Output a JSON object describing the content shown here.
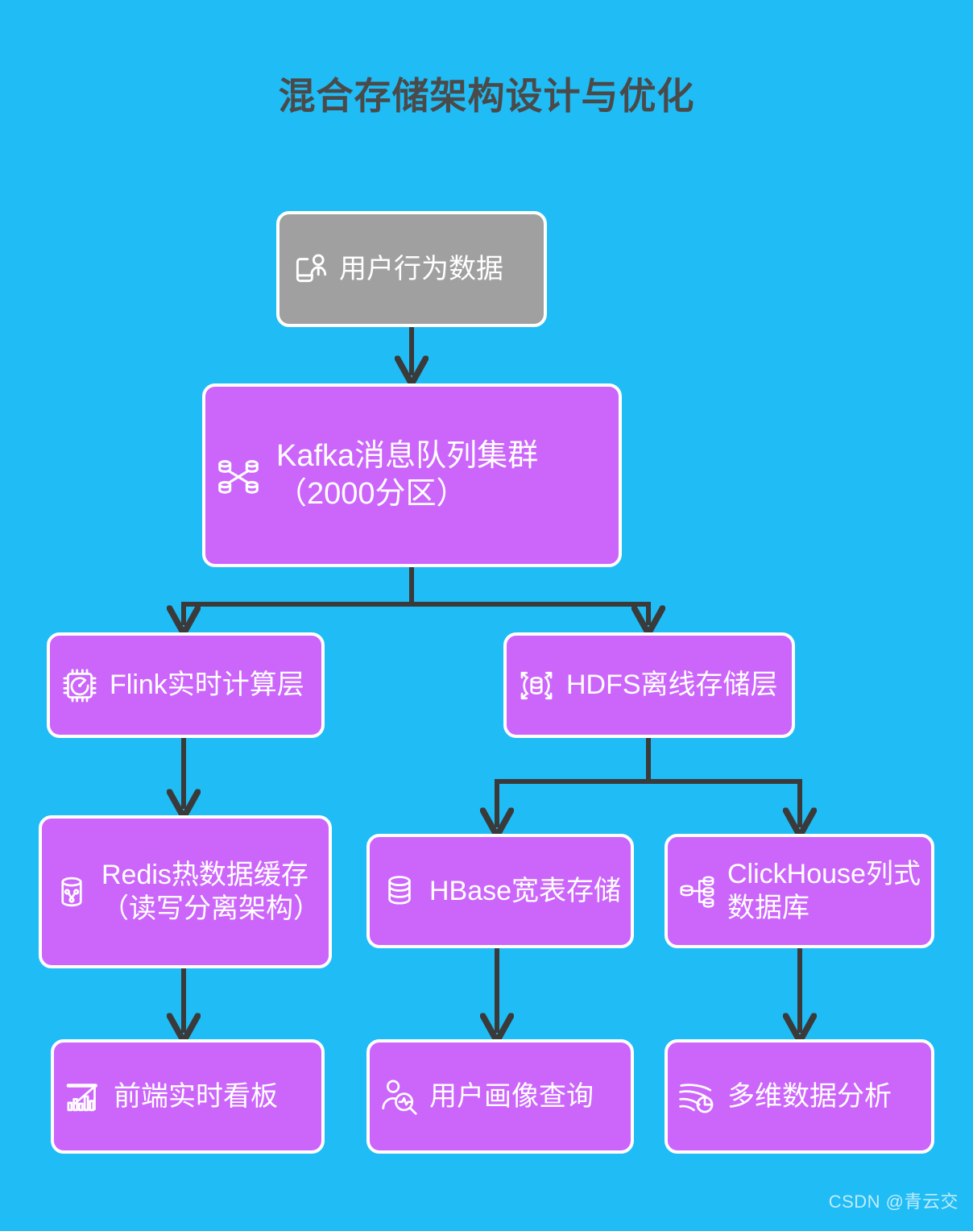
{
  "page": {
    "title": "混合存储架构设计与优化",
    "background_color": "#1fbcf5",
    "title_color": "#4a4a4a",
    "node_purple": "#cc66fb",
    "node_gray": "#a0a0a0",
    "node_border": "#ffffff",
    "edge_color": "#3a3a3a",
    "watermark": "CSDN @青云交"
  },
  "diagram": {
    "type": "flowchart",
    "nodes": [
      {
        "id": "source",
        "label": "用户行为数据",
        "icon": "user-device-icon",
        "color": "#a0a0a0"
      },
      {
        "id": "kafka",
        "label": "Kafka消息队列集群（2000分区）",
        "icon": "cluster-nodes-icon",
        "color": "#cc66fb"
      },
      {
        "id": "flink",
        "label": "Flink实时计算层",
        "icon": "cpu-gauge-icon",
        "color": "#cc66fb"
      },
      {
        "id": "hdfs",
        "label": "HDFS离线存储层",
        "icon": "distributed-storage-icon",
        "color": "#cc66fb"
      },
      {
        "id": "redis",
        "label": "Redis热数据缓存（读写分离架构）",
        "icon": "database-node-icon",
        "color": "#cc66fb"
      },
      {
        "id": "hbase",
        "label": "HBase宽表存储",
        "icon": "database-stack-icon",
        "color": "#cc66fb"
      },
      {
        "id": "clickhouse",
        "label": "ClickHouse列式数据库",
        "icon": "database-shard-icon",
        "color": "#cc66fb"
      },
      {
        "id": "dashboard",
        "label": "前端实时看板",
        "icon": "bar-chart-icon",
        "color": "#cc66fb"
      },
      {
        "id": "profile",
        "label": "用户画像查询",
        "icon": "user-search-icon",
        "color": "#cc66fb"
      },
      {
        "id": "analysis",
        "label": "多维数据分析",
        "icon": "wave-pie-icon",
        "color": "#cc66fb"
      }
    ],
    "edges": [
      {
        "from": "source",
        "to": "kafka"
      },
      {
        "from": "kafka",
        "to": "flink"
      },
      {
        "from": "kafka",
        "to": "hdfs"
      },
      {
        "from": "flink",
        "to": "redis"
      },
      {
        "from": "hdfs",
        "to": "hbase"
      },
      {
        "from": "hdfs",
        "to": "clickhouse"
      },
      {
        "from": "redis",
        "to": "dashboard"
      },
      {
        "from": "hbase",
        "to": "profile"
      },
      {
        "from": "clickhouse",
        "to": "analysis"
      }
    ]
  }
}
